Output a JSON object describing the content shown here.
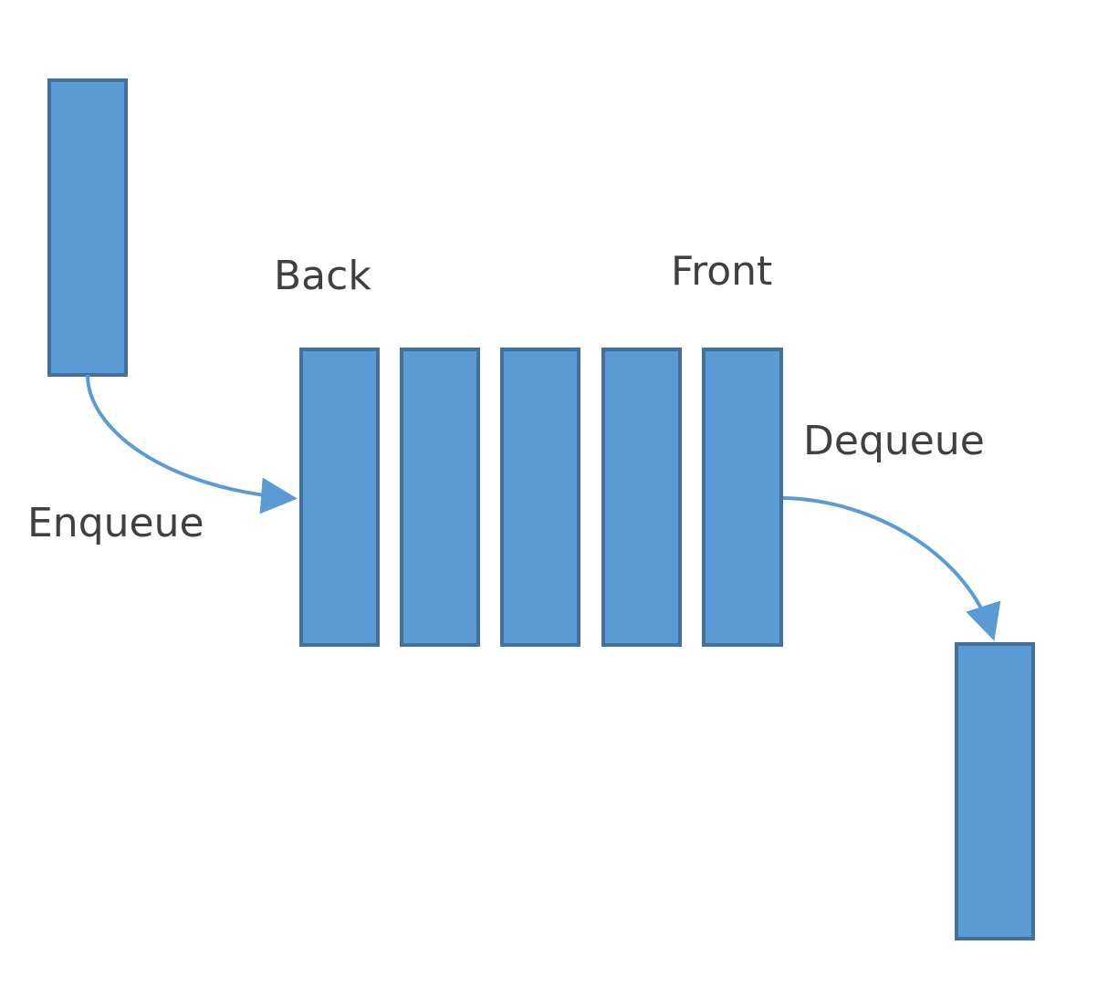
{
  "colors": {
    "block_fill": "#5b9bd5",
    "block_stroke": "#41719c",
    "arrow": "#5b9bd5",
    "text": "#404040"
  },
  "labels": {
    "back": "Back",
    "front": "Front",
    "enqueue": "Enqueue",
    "dequeue": "Dequeue"
  },
  "queue": {
    "element_count": 5
  }
}
